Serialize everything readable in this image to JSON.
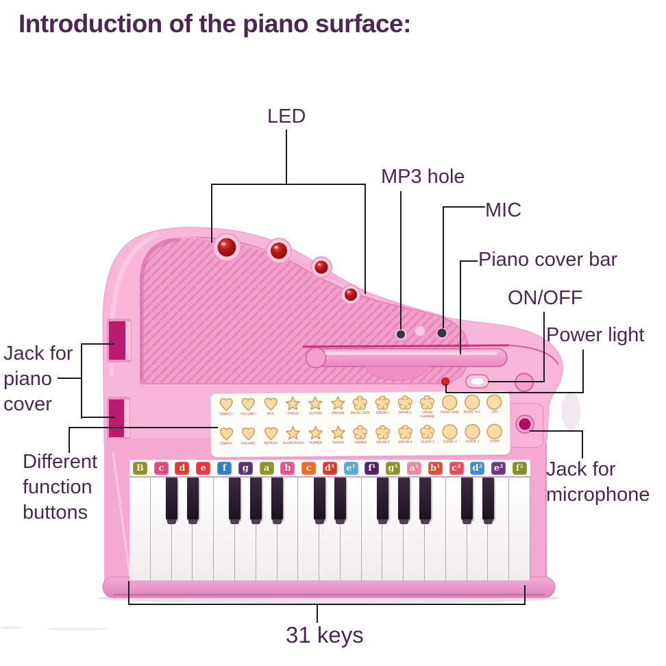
{
  "title": "Introduction of the piano surface:",
  "annotations": {
    "led": {
      "label": "LED"
    },
    "mp3_hole": {
      "label": "MP3 hole"
    },
    "mic": {
      "label": "MIC"
    },
    "piano_cover_bar": {
      "label": "Piano cover bar"
    },
    "on_off": {
      "label": "ON/OFF"
    },
    "power_light": {
      "label": "Power light"
    },
    "jack_piano_cover": {
      "lines": [
        "Jack for",
        "piano",
        "cover"
      ]
    },
    "different_function_buttons": {
      "lines": [
        "Different",
        "function",
        "buttons"
      ]
    },
    "jack_microphone": {
      "lines": [
        "Jack for",
        "microphone"
      ]
    },
    "keys_count": {
      "label": "31 keys"
    }
  },
  "piano": {
    "led_count": 4,
    "colors": {
      "body_pink": "#f8b7d9",
      "recess_pink": "#f1a0ca",
      "accent_magenta": "#b91b6e",
      "led_red": "#b01212",
      "power_light_red": "#e3201f",
      "button_cream": "#f7dba6",
      "title_purple": "#4b2751"
    }
  },
  "function_panel": {
    "rows": [
      {
        "buttons": [
          {
            "label": "TEMPO+",
            "shape": "heart"
          },
          {
            "label": "VOLUME+",
            "shape": "heart"
          },
          {
            "label": "REC",
            "shape": "heart"
          },
          {
            "label": "PIANO",
            "shape": "star"
          },
          {
            "label": "GUITAR",
            "shape": "star"
          },
          {
            "label": "ORGAN",
            "shape": "star"
          },
          {
            "label": "MUSIC BOX",
            "shape": "flower"
          },
          {
            "label": "DRUM 1",
            "shape": "flower"
          },
          {
            "label": "DRUM 2",
            "shape": "flower"
          },
          {
            "label": "DRUM CHANGE",
            "shape": "flower"
          },
          {
            "label": "DEMO ONE",
            "shape": "circle"
          },
          {
            "label": "DEMO ALL",
            "shape": "circle"
          },
          {
            "label": "LED",
            "shape": "circle"
          }
        ]
      },
      {
        "buttons": [
          {
            "label": "TEMPO-",
            "shape": "heart"
          },
          {
            "label": "VOLUME-",
            "shape": "heart"
          },
          {
            "label": "REPLAY",
            "shape": "heart"
          },
          {
            "label": "SLOW ROCK",
            "shape": "star"
          },
          {
            "label": "RUMBA",
            "shape": "star"
          },
          {
            "label": "TANGO",
            "shape": "star"
          },
          {
            "label": "SAMBA",
            "shape": "flower"
          },
          {
            "label": "DRUM 3",
            "shape": "flower"
          },
          {
            "label": "DRUM 4",
            "shape": "flower"
          },
          {
            "label": "GUIDE 1",
            "shape": "flower"
          },
          {
            "label": "GUIDE 2",
            "shape": "circle"
          },
          {
            "label": "GUIDE 3",
            "shape": "circle"
          },
          {
            "label": "STOP",
            "shape": "circle"
          }
        ]
      }
    ]
  },
  "keyboard": {
    "total_keys": 31,
    "white_key_count": 19,
    "black_key_boundaries": [
      2,
      3,
      5,
      6,
      7,
      9,
      10,
      12,
      13,
      14,
      16,
      17
    ],
    "note_labels": [
      {
        "text": "B",
        "color": "#8f8f2a"
      },
      {
        "text": "c",
        "color": "#e0487e"
      },
      {
        "text": "d",
        "color": "#dd3b2f"
      },
      {
        "text": "e",
        "color": "#e13a44"
      },
      {
        "text": "f",
        "color": "#2f7fc1"
      },
      {
        "text": "g",
        "color": "#5a2d77"
      },
      {
        "text": "a",
        "color": "#8a9428"
      },
      {
        "text": "b",
        "color": "#e45397"
      },
      {
        "text": "c",
        "color": "#e2702c"
      },
      {
        "text": "d¹",
        "color": "#de3331"
      },
      {
        "text": "e¹",
        "color": "#5aa7d8"
      },
      {
        "text": "f¹",
        "color": "#4c2466"
      },
      {
        "text": "g¹",
        "color": "#85922c"
      },
      {
        "text": "a¹",
        "color": "#ef86ac"
      },
      {
        "text": "b¹",
        "color": "#e04a3a"
      },
      {
        "text": "c²",
        "color": "#e84a63"
      },
      {
        "text": "d²",
        "color": "#3f8ecb"
      },
      {
        "text": "e²",
        "color": "#6a3387"
      },
      {
        "text": "f²",
        "color": "#7f8f2b"
      }
    ]
  }
}
